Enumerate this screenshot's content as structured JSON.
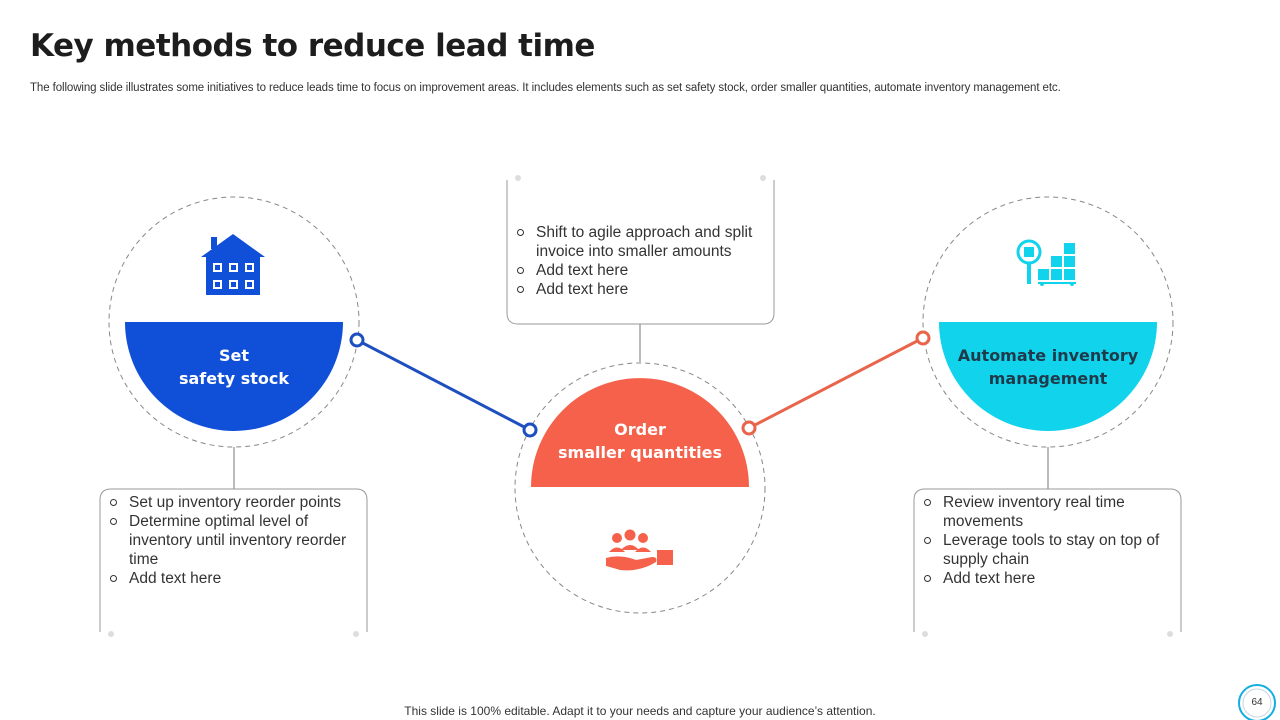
{
  "slide": {
    "title": "Key methods to reduce lead time",
    "subtitle": "The following slide illustrates some initiatives to reduce leads time to focus on improvement areas. It includes elements such as set safety stock, order smaller quantities, automate inventory management etc.",
    "footer": "This slide is 100% editable. Adapt it to your needs and capture your audience’s attention.",
    "page_number": "64"
  },
  "methods": [
    {
      "heading_lines": [
        "Set",
        "safety stock"
      ],
      "color": "#1050d8",
      "icon": "warehouse-icon",
      "bullets": [
        "Set up inventory  reorder points",
        "Determine optimal level of inventory  until inventory reorder time",
        "Add text here"
      ]
    },
    {
      "heading_lines": [
        "Order",
        "smaller quantities"
      ],
      "color": "#f5614a",
      "icon": "people-on-hand-icon",
      "bullets": [
        "Shift to agile approach and split invoice into smaller amounts",
        "Add text here",
        "Add text here"
      ]
    },
    {
      "heading_lines": [
        "Automate inventory",
        "management"
      ],
      "color": "#12d3ec",
      "icon": "inventory-search-icon",
      "bullets": [
        "Review inventory  real time movements",
        "Leverage tools to stay on top of supply chain",
        "Add text here"
      ]
    }
  ]
}
